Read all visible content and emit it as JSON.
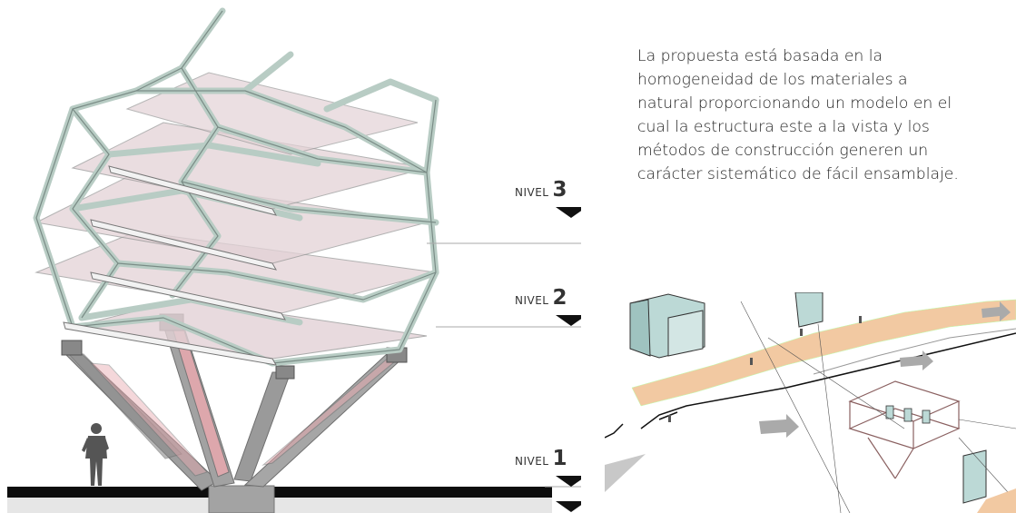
{
  "description": {
    "lines": [
      "La propuesta está basada en la",
      "homogeneidad de los materiales a",
      "natural proporcionando un modelo en el",
      "cual la estructura este a la vista y los",
      "métodos de construcción generen un",
      "carácter sistemático de fácil ensamblaje."
    ]
  },
  "levels": [
    {
      "label": "NIVEL",
      "number": "3"
    },
    {
      "label": "NIVEL",
      "number": "2"
    },
    {
      "label": "NIVEL",
      "number": "1"
    }
  ],
  "colors": {
    "frame": "#b8ccc4",
    "floor_plate": "#e3d2d6",
    "trunk": "#9d9d9d",
    "accent_pink": "#e8a8ae",
    "path": "#f2c9a2",
    "building": "#bcd9d6"
  }
}
